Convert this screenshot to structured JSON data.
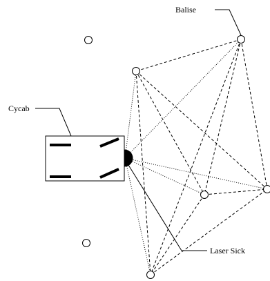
{
  "labels": {
    "balise": "Balise",
    "cycab": "Cycab",
    "laser": "Laser Sick"
  },
  "colors": {
    "stroke": "#000000",
    "background": "#ffffff"
  }
}
